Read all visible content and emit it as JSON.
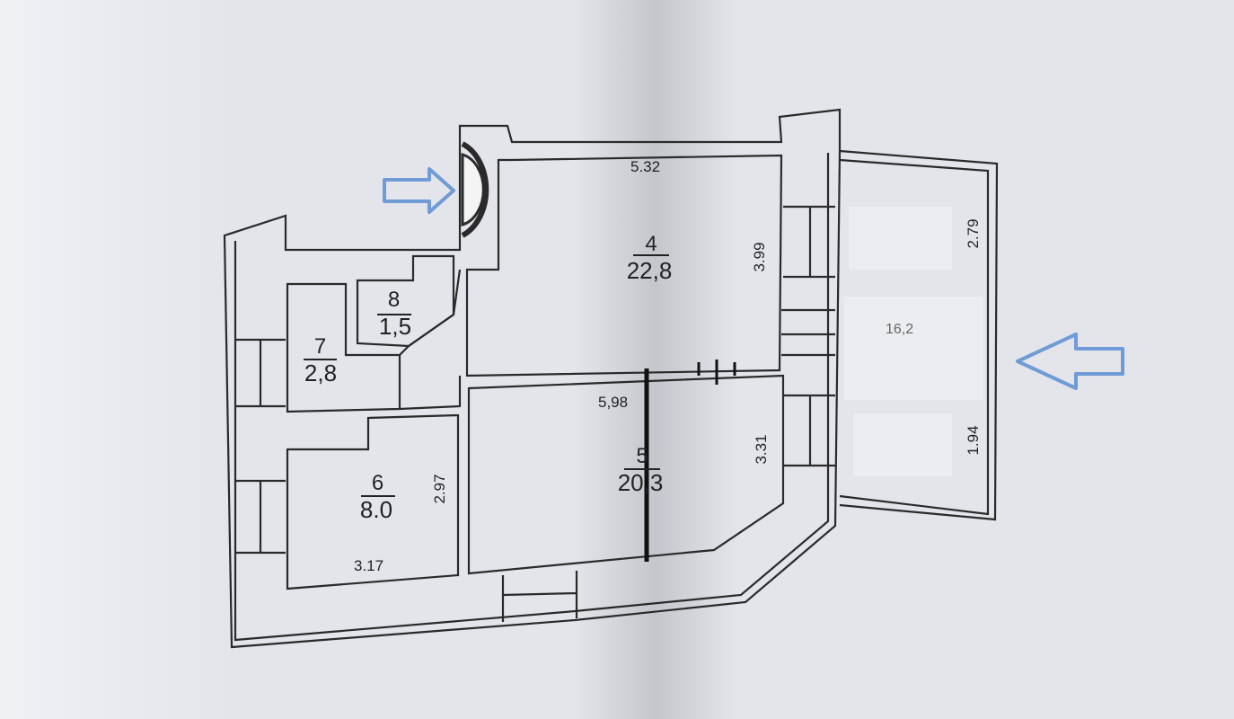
{
  "rooms": [
    {
      "number": "4",
      "area": "22,8"
    },
    {
      "number": "5",
      "area": "20,3"
    },
    {
      "number": "6",
      "area": "8.0"
    },
    {
      "number": "7",
      "area": "2,8"
    },
    {
      "number": "8",
      "area": "1,5"
    }
  ],
  "balcony": {
    "area": "16,2"
  },
  "dimensions": {
    "room4_width": "5.32",
    "room4_depth": "3.99",
    "room5_width": "5,98",
    "room5_depth": "3.31",
    "room6_width": "3.17",
    "room6_depth": "2.97",
    "balcony_upper": "2.79",
    "balcony_lower": "1.94"
  },
  "colors": {
    "arrow": "#6f9bd6",
    "line": "#2a2a2a"
  },
  "icons": [
    "entrance-arrow-icon",
    "balcony-arrow-icon"
  ]
}
